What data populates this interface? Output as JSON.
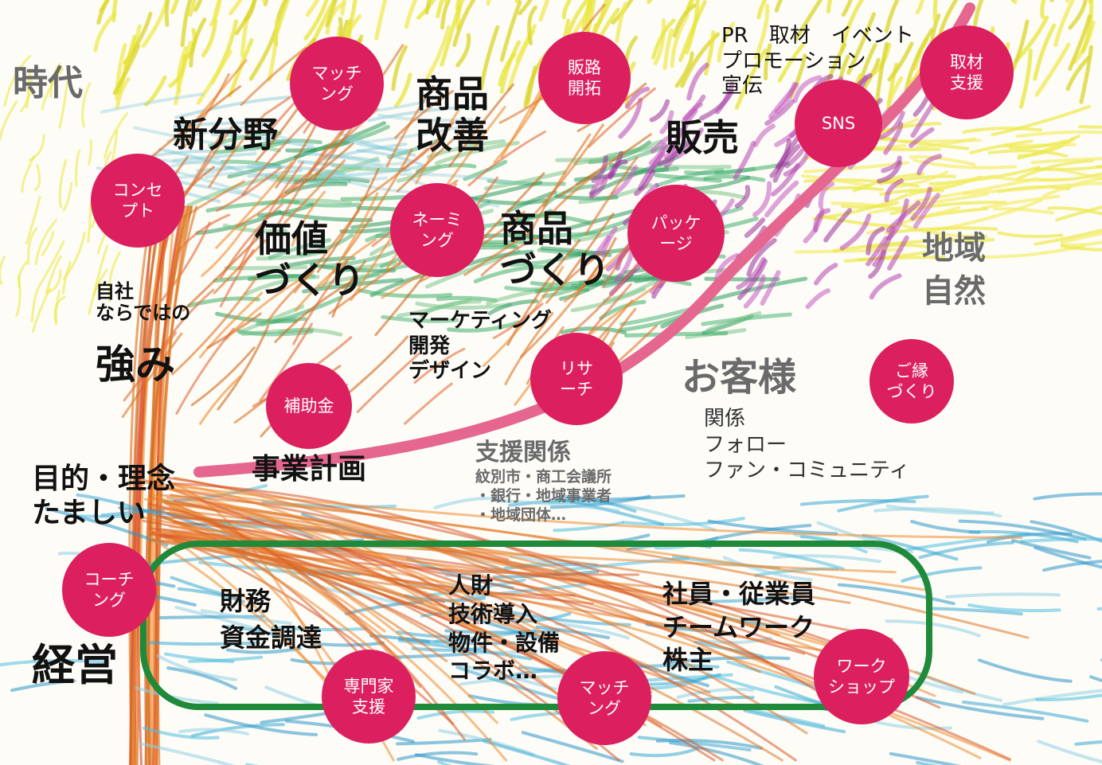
{
  "colors": {
    "bubble": "#dc1f5e",
    "curve": "#e5678f",
    "frame": "#1f8a3a",
    "tree": "#d2691e"
  },
  "labels": {
    "jidai": "時代",
    "shinbunya": "新分野",
    "shohin_kaizen": "商品\n改善",
    "hanbai": "販売",
    "pr_lines": "PR　取材　イベント\nプロモーション\n宣伝",
    "kachi": "価値\nづくり",
    "shohin_zukuri": "商品\nづくり",
    "chiiki": "地域\n自然",
    "jisha": "自社\nならではの",
    "tsuyomi": "強み",
    "marketing": "マーケティング\n開発\nデザイン",
    "okyakusama": "お客様",
    "kankei": "関係\nフォロー\nファン・コミュニティ",
    "shien_title": "支援関係",
    "shien_detail": "紋別市・商工会議所\n・銀行・地域事業者\n・地域団体…",
    "mokuteki": "目的・理念\nたましい",
    "jigyo": "事業計画",
    "keiei": "経営",
    "zaimu": "財務\n資金調達",
    "jinzai": "人財\n技術導入\n物件・設備\nコラボ…",
    "shain": "社員・従業員\nチームワーク\n株主"
  },
  "bubbles": {
    "matching_top": "マッチ\nング",
    "hanro": "販路\n開拓",
    "shuzai": "取材\n支援",
    "sns": "SNS",
    "concept": "コンセ\nプト",
    "naming": "ネーミ\nング",
    "package": "パッケ\nージ",
    "research": "リサ\nーチ",
    "goen": "ご縁\nづくり",
    "hojokin": "補助金",
    "coaching": "コーチ\nング",
    "senmonka": "専門家\n支援",
    "matching_bottom": "マッチ\nング",
    "workshop": "ワーク\nショップ"
  }
}
